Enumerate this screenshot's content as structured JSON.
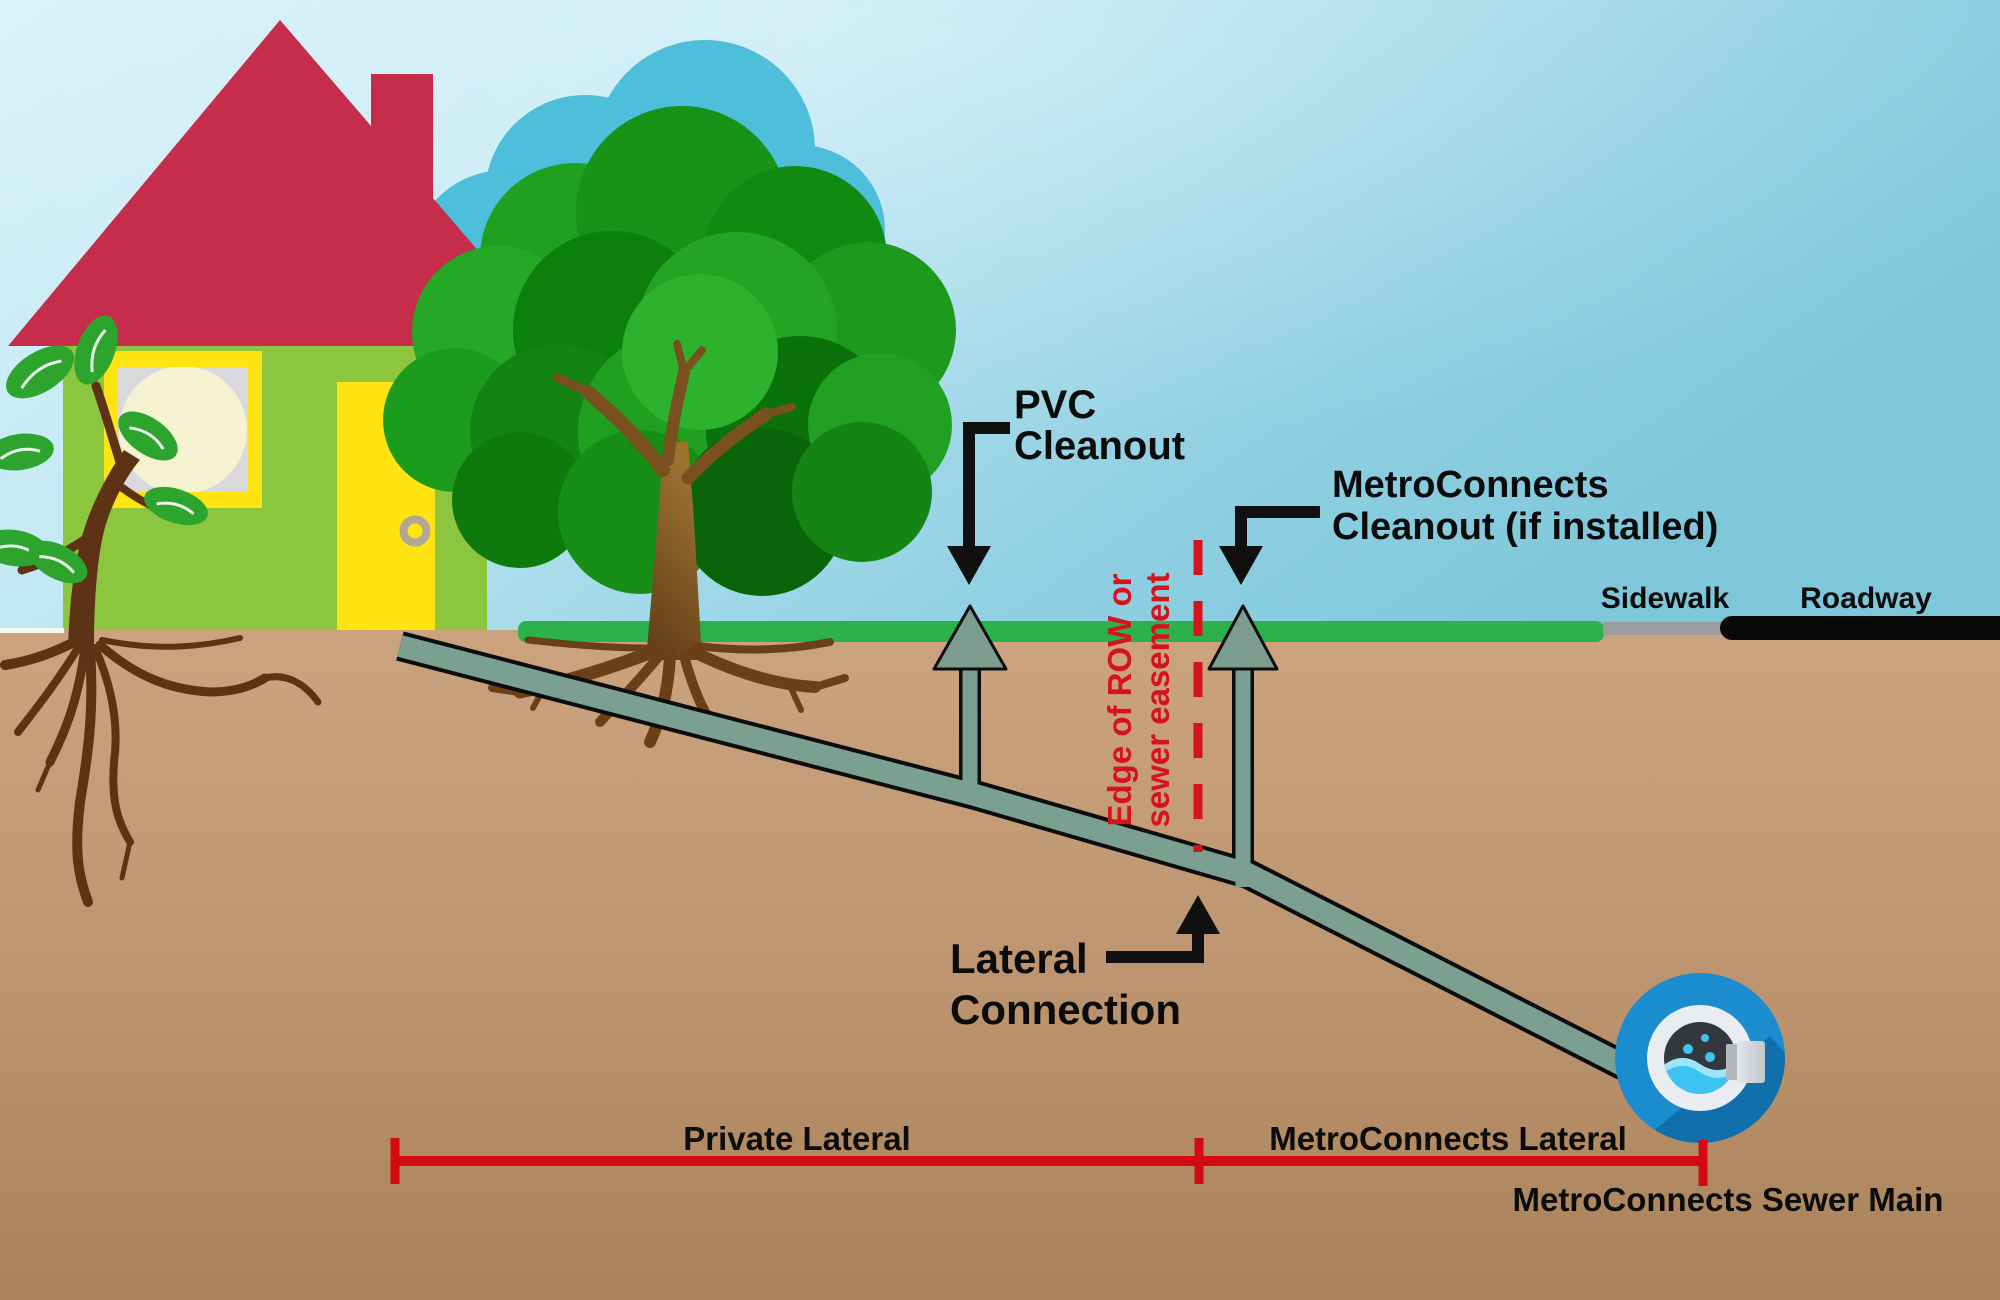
{
  "title": "Sewer lateral responsibility diagram",
  "labels": {
    "pvc_cleanout": {
      "line1": "PVC",
      "line2": "Cleanout"
    },
    "metroconnects_cleanout": {
      "line1": "MetroConnects",
      "line2": "Cleanout (if installed)"
    },
    "edge_of_row": {
      "line1": "Edge of ROW or",
      "line2": "sewer easement"
    },
    "lateral_connection": {
      "line1": "Lateral",
      "line2": "Connection"
    },
    "sidewalk": "Sidewalk",
    "roadway": "Roadway",
    "private_lateral": "Private Lateral",
    "metroconnects_lateral": "MetroConnects Lateral",
    "metroconnects_sewer_main": "MetroConnects Sewer Main"
  },
  "icons": {
    "house": "house-icon",
    "tree": "tree-icon",
    "shrub": "sapling-icon",
    "manhole": "sewer-main-manhole-icon",
    "cleanout_cap": "cleanout-riser-cap-icon",
    "leader_arrow": "black-leader-arrow-icon"
  },
  "palette": {
    "sky_light": "#d9f1f9",
    "sky_deep": "#7ec6da",
    "cloud": "#4dbfdb",
    "ground_top": "#cba37f",
    "ground_bottom": "#a9825a",
    "grass": "#2cb14d",
    "sidewalk_gray": "#9c9c9c",
    "roadway_black": "#0a0a0a",
    "house_wall": "#8cc63f",
    "roof_red": "#c62d4a",
    "door_window_yellow": "#ffe312",
    "pipe_sage": "#7ba092",
    "annotation_red": "#d6131a",
    "label_black": "#0c0c0c",
    "manhole_blue": "#1b8ccd",
    "manhole_shadow_blue": "#1170ab",
    "manhole_water_blue": "#3ec4f2"
  }
}
